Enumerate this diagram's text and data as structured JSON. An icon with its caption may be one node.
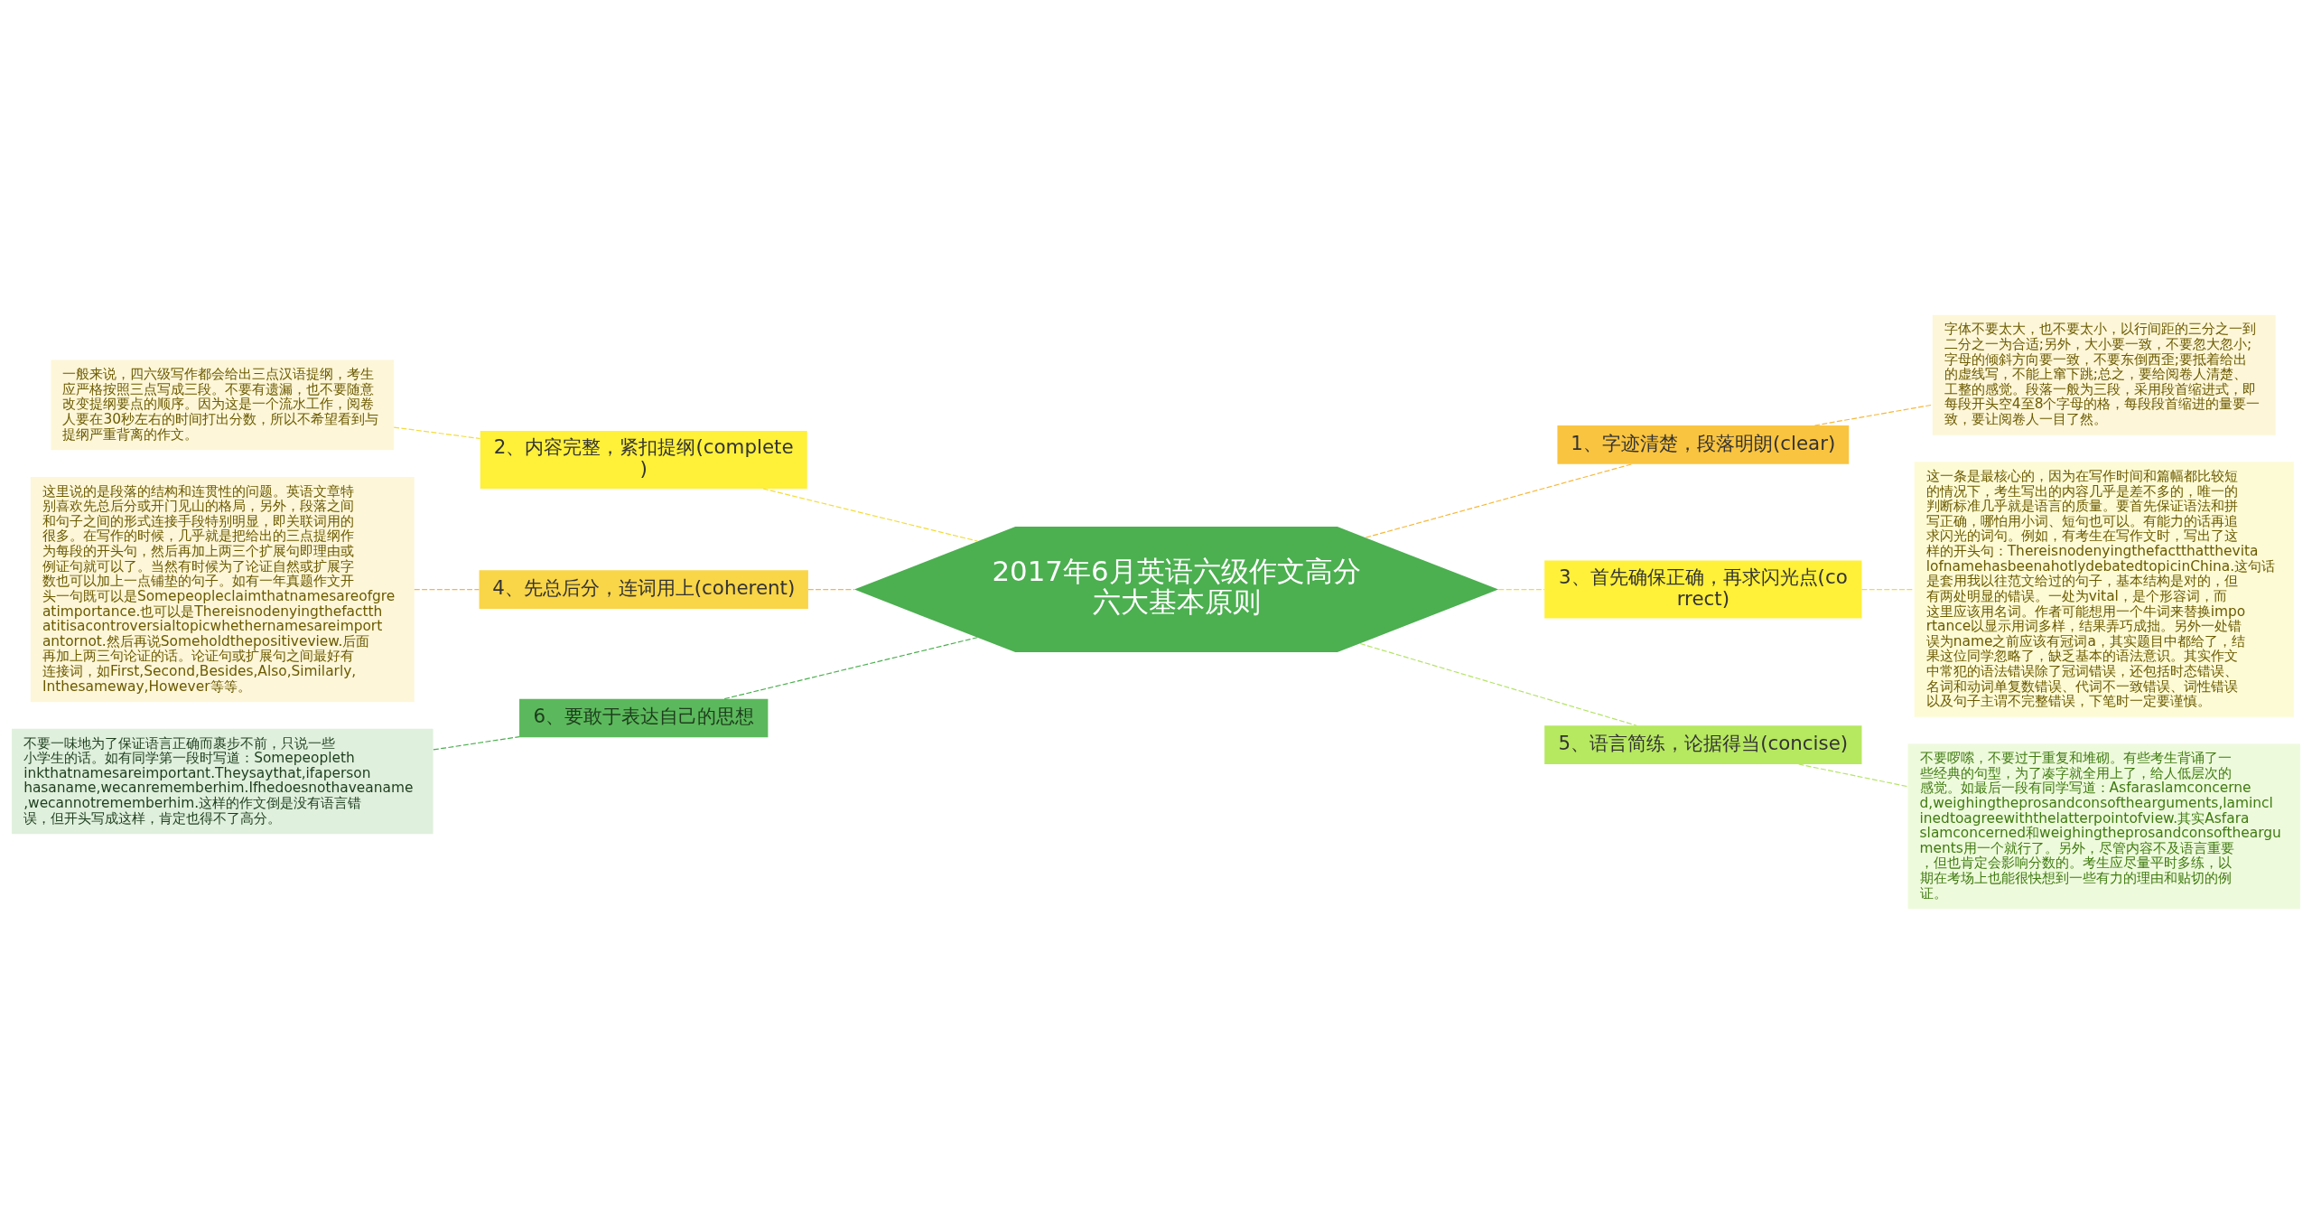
{
  "diagram": {
    "nodes": [
      {
        "text": [
          "2017年6月英语六级作文高分六大基本原则"
        ]
      },
      {
        "text": [
          "1、字迹清楚，段落明朗(clear)"
        ]
      },
      {
        "text": [
          "字体不要太大，也不要太小，以行间距的三分之一到二分之一为合适;另外，大小要一致，不要忽大忽小;字母的倾斜方向要一致，不要东倒西歪;要抵着给出的虚线写，不能上窜下跳;总之，要给阅卷人清楚、工整的感觉。段落一般为三段，采用段首缩进式，即每段开头空4至8个字母的格，每段段首缩进的量要一致，要让阅卷人一目了然。"
        ]
      },
      {
        "text": [
          "2、内容完整，紧扣提纲(complete)"
        ]
      },
      {
        "text": [
          "一般来说，四六级写作都会给出三点汉语提纲，考生应严格按照三点写成三段。不要有遗漏，也不要随意改变提纲要点的顺序。因为这是一个流水工作，阅卷人要在30秒左右的时间打出分数，所以不希望看到与提纲严重背离的作文。"
        ]
      },
      {
        "text": [
          "3、首先确保正确，再求闪光点(correct)"
        ]
      },
      {
        "text": [
          "这一条是最核心的，因为在写作时间和篇幅都比较短的情况下，考生写出的内容几乎是差不多的，唯一的判断标准几乎就是语言的质量。要首先保证语法和拼写正确，哪怕用小词、短句也可以。有能力的话再追求闪光的词句。例如，有考生在写作文时，写出了这样的开头句：ThereisnodenyingthefactthatthevitalofnamehasbeenahotlydebatedtopicinChina.这句话是套用我以往范文给过的句子，基本结构是对的，但有两处明显的错误。一处为vital，是个形容词，而这里应该用名词。作者可能想用一个牛词来替换importance以显示用词多样，结果弄巧成拙。另外一处错误为name之前应该有冠词a，其实题目中都给了，结果这位同学忽略了，缺乏基本的语法意识。其实作文中常犯的语法错误除了冠词错误，还包括时态错误、名词和动词单复数错误、代词不一致错误、词性错误以及句子主谓不完整错误，下笔时一定要谨慎。"
        ]
      },
      {
        "text": [
          "4、先总后分，连词用上(coherent)"
        ]
      },
      {
        "text": [
          "这里说的是段落的结构和连贯性的问题。英语文章特别喜欢先总后分或开门见山的格局，另外，段落之间和句子之间的形式连接手段特别明显，即关联词用的很多。在写作的时候，几乎就是把给出的三点提纲作为每段的开头句，然后再加上两三个扩展句即理由或例证句就可以了。当然有时候为了论证自然或扩展字数也可以加上一点铺垫的句子。如有一年真题作文开头一句既可以是Somepeopleclaimthatnamesareofgreatimportance.也可以是Thereisnodenyingthefactthatitisacontroversialtopicwhethernamesareimportantornot.然后再说Someholdthepositiveview.后面再加上两三句论证的话。论证句或扩展句之间最好有连接词，如First,Second,Besides,Also,Similarly,Inthesameway,However等等。"
        ]
      },
      {
        "text": [
          "5、语言简练，论据得当(concise)"
        ]
      },
      {
        "text": [
          "不要啰嗦，不要过于重复和堆砌。有些考生背诵了一些经典的句型，为了凑字就全用上了，给人低层次的感觉。如最后一段有同学写道：Asfaraslamconcerned,weighingtheprosandconsofthearguments,laminclinedtoagreewiththelatterpointofview.其实Asfaraslamconcerned和weighingtheprosandconsofthearguments用一个就行了。另外，尽管内容不及语言重要，但也肯定会影响分数的。考生应尽量平时多练，以期在考场上也能很快想到一些有力的理由和贴切的例证。"
        ]
      },
      {
        "text": [
          "6、要敢于表达自己的思想"
        ]
      },
      {
        "text": [
          "不要一味地为了保证语言正确而裹步不前，只说一些小学生的话。如有同学第一段时写道：Somepeoplethinkthatnamesareimportant.Theysaythat,ifapersonhasaname,wecanrememberhim.Ifhedoesnothaveaname,wecannotrememberhim.这样的作文倒是没有语言错误，但开头写成这样，肯定也得不了高分。"
        ]
      }
    ],
    "edges": [
      {
        "from": 0,
        "to": 1,
        "arrow": "none",
        "style": "dashed",
        "color": "#f5b83d"
      },
      {
        "from": 1,
        "to": 2,
        "arrow": "none",
        "style": "dashed",
        "color": "#f5b83d"
      },
      {
        "from": 0,
        "to": 3,
        "arrow": "none",
        "style": "dashed",
        "color": "#f2dc3a"
      },
      {
        "from": 3,
        "to": 4,
        "arrow": "none",
        "style": "dashed",
        "color": "#f2dc3a"
      },
      {
        "from": 0,
        "to": 5,
        "arrow": "none",
        "style": "dashed",
        "color": "#f2dc3a"
      },
      {
        "from": 5,
        "to": 6,
        "arrow": "none",
        "style": "dashed",
        "color": "#f2dc3a"
      },
      {
        "from": 0,
        "to": 7,
        "arrow": "none",
        "style": "dashed",
        "color": "#f5b83d"
      },
      {
        "from": 7,
        "to": 8,
        "arrow": "none",
        "style": "dashed",
        "color": "#f5b83d"
      },
      {
        "from": 0,
        "to": 9,
        "arrow": "none",
        "style": "dashed",
        "color": "#b5e36a"
      },
      {
        "from": 9,
        "to": 10,
        "arrow": "none",
        "style": "dashed",
        "color": "#b5e36a"
      },
      {
        "from": 0,
        "to": 11,
        "arrow": "none",
        "style": "dashed",
        "color": "#4caf50"
      },
      {
        "from": 11,
        "to": 12,
        "arrow": "none",
        "style": "dashed",
        "color": "#4caf50"
      }
    ]
  }
}
